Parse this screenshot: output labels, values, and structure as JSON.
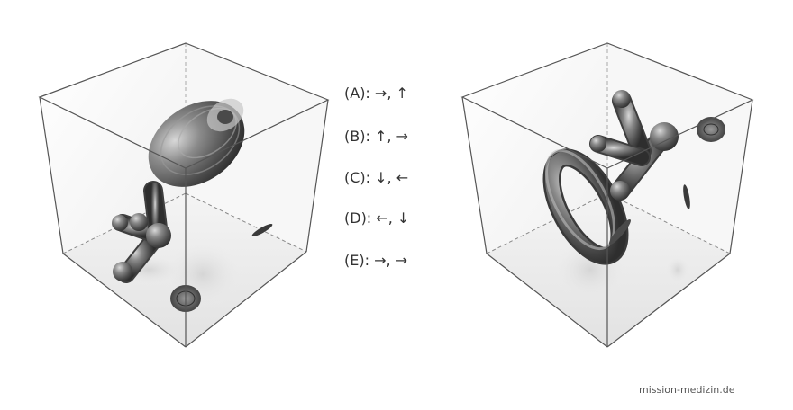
{
  "options": [
    {
      "label": "(A): →, ↑"
    },
    {
      "label": "(B): ↑, →"
    },
    {
      "label": "(C): ↓, ←"
    },
    {
      "label": "(D): ←, ↓"
    },
    {
      "label": "(E): →, →"
    }
  ],
  "watermark": "mission-medizin.de",
  "colors": {
    "cube_edge": "#555555",
    "object": "#6e6e6e",
    "background": "#ffffff"
  }
}
